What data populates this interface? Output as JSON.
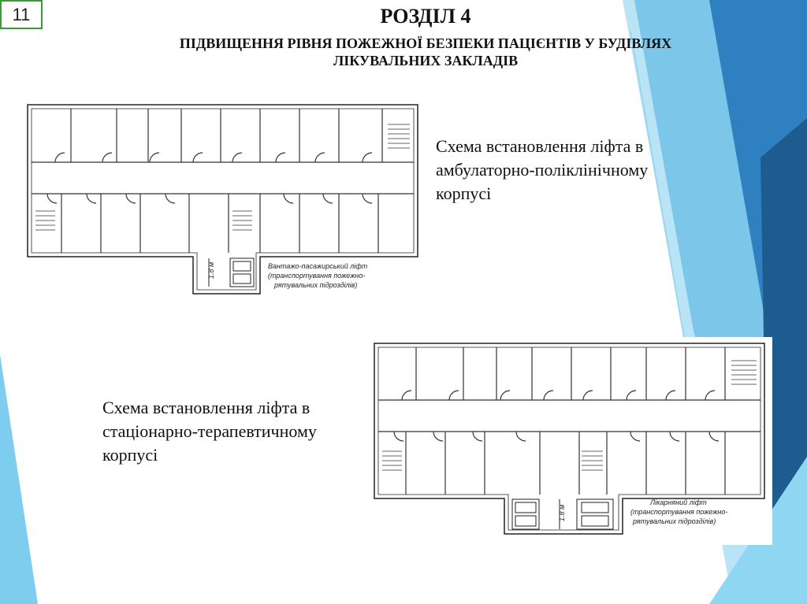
{
  "slide_number": "11",
  "header": {
    "title": "РОЗДІЛ 4",
    "subtitle_line1": "ПІДВИЩЕННЯ РІВНЯ ПОЖЕЖНОЇ БЕЗПЕКИ ПАЦІЄНТІВ У БУДІВЛЯХ",
    "subtitle_line2": "ЛІКУВАЛЬНИХ ЗАКЛАДІВ"
  },
  "captions": {
    "outpatient": "Схема встановлення ліфта в амбулаторно-поліклінічному корпусі",
    "inpatient": "Схема встановлення ліфта в стаціонарно-терапевтичному корпусі"
  },
  "plan_outpatient": {
    "lift_label_1": "Вантажо-пасажирський ліфт",
    "lift_label_2": "(транспортування пожежно-",
    "lift_label_3": "рятувальних підрозділів)",
    "dimension": "1.8 м"
  },
  "plan_inpatient": {
    "lift_label_1": "Лікарняний ліфт",
    "lift_label_2": "(транспортування пожежно-",
    "lift_label_3": "рятувальних підрозділів)",
    "dimension": "1.8 м"
  },
  "colors": {
    "accent_light": "#8ed0ee",
    "accent_mid": "#4aa8dc",
    "accent_dark": "#1f5f96",
    "number_border": "#3a9a3a"
  }
}
